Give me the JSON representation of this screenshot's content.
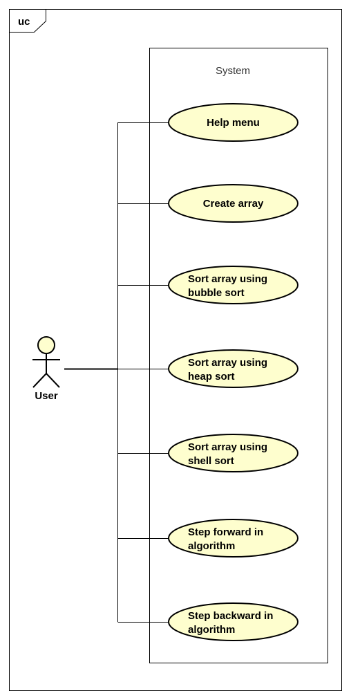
{
  "frame": {
    "label": "uc"
  },
  "system": {
    "label": "System"
  },
  "actor": {
    "label": "User"
  },
  "colors": {
    "usecase_fill": "#fefece",
    "stroke": "#000000",
    "background": "#ffffff"
  },
  "use_cases": [
    {
      "lines": [
        "Help menu"
      ]
    },
    {
      "lines": [
        "Create array"
      ]
    },
    {
      "lines": [
        "Sort array using",
        "bubble sort"
      ]
    },
    {
      "lines": [
        "Sort array using",
        "heap sort"
      ]
    },
    {
      "lines": [
        "Sort array using",
        "shell sort"
      ]
    },
    {
      "lines": [
        "Step forward in",
        "algorithm"
      ]
    },
    {
      "lines": [
        "Step backward in",
        "algorithm"
      ]
    }
  ]
}
